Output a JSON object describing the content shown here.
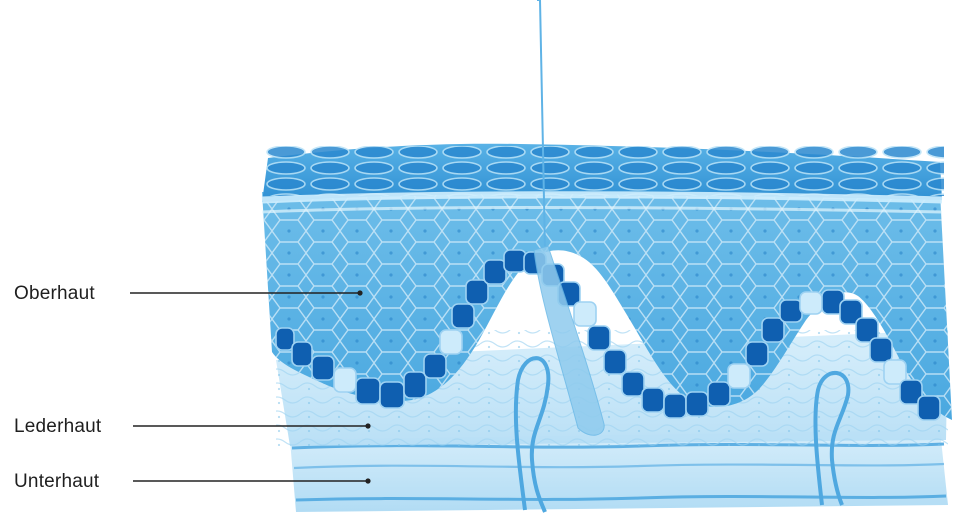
{
  "labels": {
    "epidermis": "Oberhaut",
    "dermis": "Lederhaut",
    "subcutis": "Unterhaut"
  },
  "colors": {
    "light_blue": "#bfe3f7",
    "mid_blue": "#7ec3ea",
    "blue": "#3e9fdc",
    "dark_blue": "#0f5fb0",
    "leader_line": "#222222"
  },
  "icons": {
    "diagram": "skin-cross-section"
  }
}
